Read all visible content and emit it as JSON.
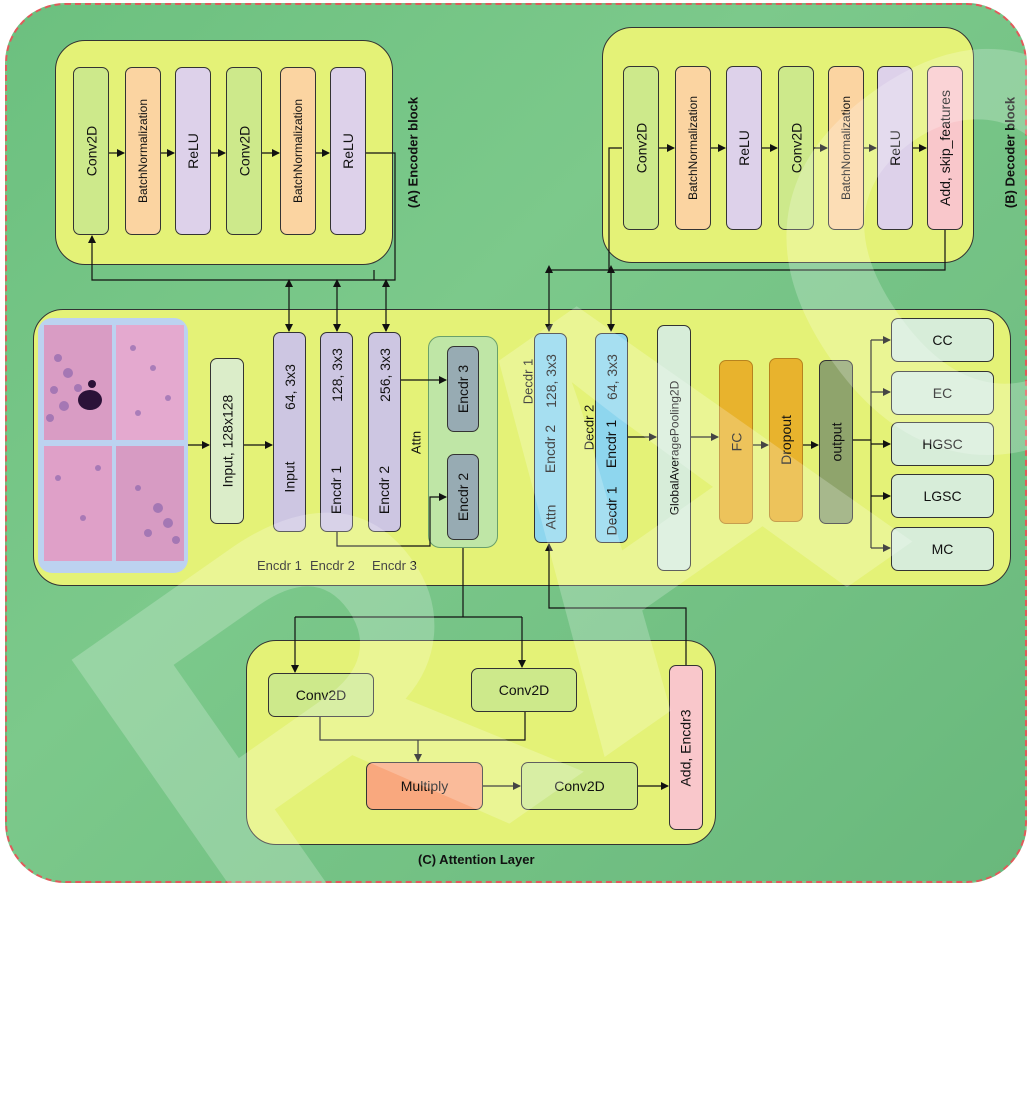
{
  "titles": {
    "encoder": "(A) Encoder block",
    "decoder": "(B) Decoder block",
    "attention": "(C) Attention Layer"
  },
  "encoder_block": [
    "Conv2D",
    "BatchNormalization",
    "ReLU",
    "Conv2D",
    "BatchNormalization",
    "ReLU"
  ],
  "decoder_block": [
    "Conv2D",
    "BatchNormalization",
    "ReLU",
    "Conv2D",
    "BatchNormalization",
    "ReLU",
    "Add, skip_features"
  ],
  "main": {
    "input_box": "Input, 128x128",
    "encoder_columns": [
      {
        "top": "64, 3x3",
        "bottom": "Input",
        "caption": "Encdr 1"
      },
      {
        "top": "128, 3x3",
        "bottom": "Encdr 1",
        "caption": "Encdr 2"
      },
      {
        "top": "256, 3x3",
        "bottom": "Encdr 2",
        "caption": "Encdr 3"
      }
    ],
    "attn": {
      "inner_top": "Encdr 3",
      "inner_bottom": "Encdr 2",
      "label": "Attn"
    },
    "decoder_columns": [
      {
        "top": "128, 3x3",
        "middle": "Encdr 2",
        "bottom": "Attn",
        "label": "Decdr 1"
      },
      {
        "top": "64, 3x3",
        "middle": "Encdr 1",
        "bottom": "Decdr 1",
        "label": "Decdr 2"
      }
    ],
    "gap": "GlobalAveragePooling2D",
    "fc": "FC",
    "dropout": "Dropout",
    "output": "output",
    "classes": [
      "CC",
      "EC",
      "HGSC",
      "LGSC",
      "MC"
    ]
  },
  "attention_layer": {
    "conv_left": "Conv2D",
    "conv_right": "Conv2D",
    "multiply": "Multiply",
    "conv_bottom": "Conv2D",
    "add": "Add, Encdr3"
  },
  "watermark": "RACT",
  "colors": {
    "background": "#72c386",
    "panel": "#e4f277",
    "dashed_border": "#e05a5a",
    "conv": "#cde98b",
    "batchnorm": "#fbd4a1",
    "relu": "#ddd1ea",
    "add": "#f9c7cb",
    "encoder_col": "#cdc6e2",
    "decoder_col": "#8ed6ee",
    "fc_dropout": "#e8b32d",
    "output": "#8fa46c",
    "class_box": "#d7edd9",
    "multiply": "#f9a87e"
  }
}
